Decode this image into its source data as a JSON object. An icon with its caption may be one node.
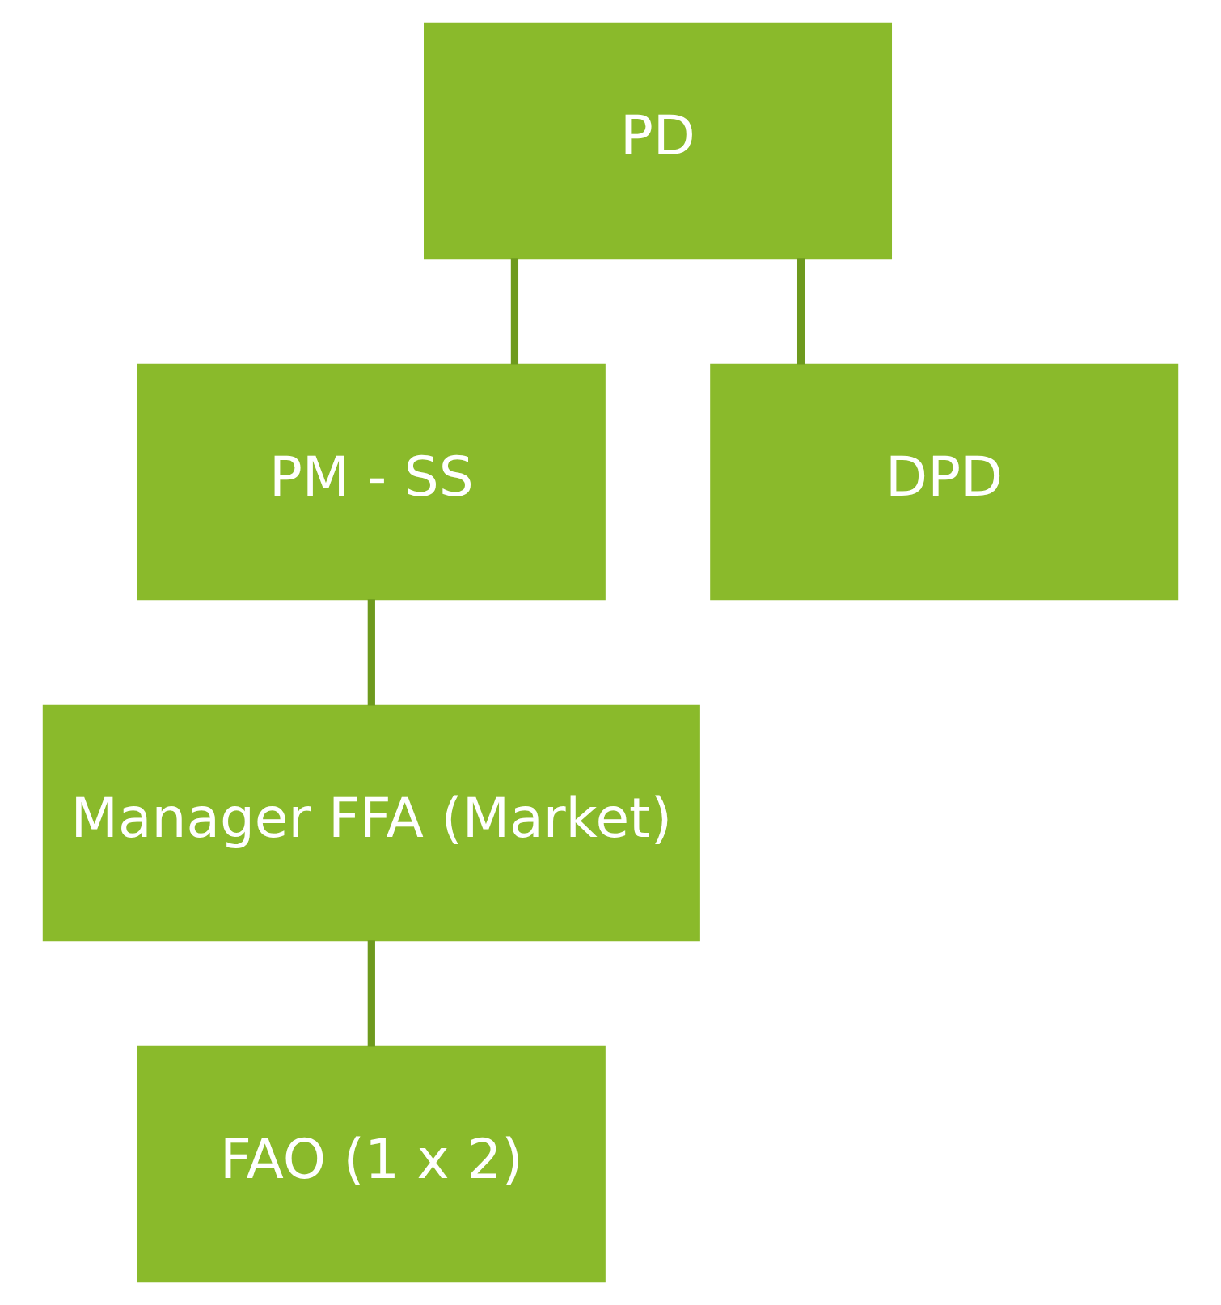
{
  "diagram": {
    "nodes": [
      {
        "text": [
          "PD"
        ]
      },
      {
        "text": [
          "PM - SS"
        ]
      },
      {
        "text": [
          "DPD"
        ]
      },
      {
        "text": [
          "Manager FFA (Market)"
        ]
      },
      {
        "text": [
          "FAO (1 x 2)"
        ]
      }
    ],
    "edges": [
      {
        "from": 0,
        "to": 1,
        "arrow": "none"
      },
      {
        "from": 0,
        "to": 2,
        "arrow": "none"
      },
      {
        "from": 1,
        "to": 3,
        "arrow": "none"
      },
      {
        "from": 3,
        "to": 4,
        "arrow": "none"
      }
    ]
  }
}
